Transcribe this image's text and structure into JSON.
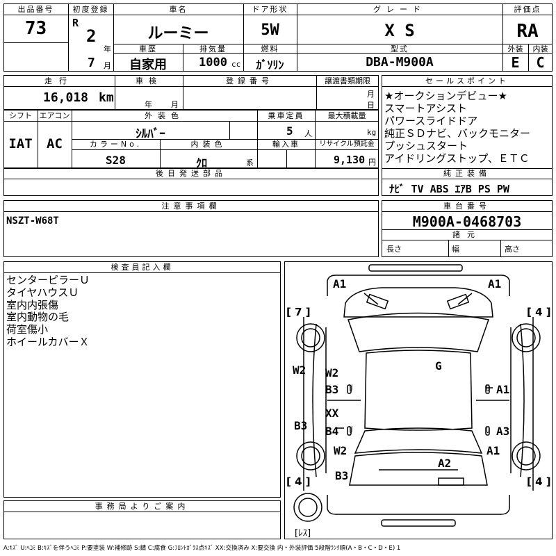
{
  "header": {
    "lot_label": "出品番号",
    "lot_number": "73",
    "first_reg_label": "初度登録",
    "era": "R",
    "reg_year": "2",
    "year_unit": "年",
    "reg_month": "7",
    "month_unit": "月",
    "car_name_label": "車名",
    "car_name": "ルーミー",
    "door_label": "ドア形状",
    "door_type": "5W",
    "grade_label": "グレード",
    "grade": "X S",
    "score_label": "評価点",
    "score": "RA",
    "history_label": "車歴",
    "history": "自家用",
    "displacement_label": "排気量",
    "displacement": "1000",
    "displacement_unit": "cc",
    "fuel_label": "燃料",
    "fuel": "ｶﾞｿﾘﾝ",
    "model_label": "型式",
    "model_code": "DBA-M900A",
    "exterior_label": "外装",
    "exterior_grade": "E",
    "interior_label": "内装",
    "interior_grade": "C"
  },
  "row2": {
    "mileage_label": "走行",
    "mileage": "16,018",
    "mileage_unit": "km",
    "inspection_label": "車検",
    "insp_year_unit": "年",
    "insp_month_unit": "月",
    "regno_label": "登録番号",
    "transfer_label": "譲渡書類期限",
    "transfer_month_unit": "月",
    "transfer_day_unit": "日"
  },
  "row3": {
    "shift_label": "シフト",
    "shift": "IAT",
    "aircon_label": "エアコン",
    "aircon": "AC",
    "color_label": "外装色",
    "color": "ｼﾙﾊﾞｰ",
    "capacity_label": "乗車定員",
    "capacity": "5",
    "capacity_unit": "人",
    "load_label": "最大積載量",
    "load_unit": "kg",
    "color_no_label": "カラーNo.",
    "color_no": "S28",
    "int_color_label": "内装色",
    "int_color": "ｸﾛ",
    "int_color_unit": "系",
    "import_label": "輸入車",
    "recycle_label": "リサイクル預託金",
    "recycle_fee": "9,130",
    "recycle_unit": "円"
  },
  "later_parts_label": "後日発送部品",
  "sales_points": {
    "label": "セールスポイント",
    "items": [
      "★オークションデビュー★",
      "スマートアシスト",
      "パワースライドドア",
      "純正ＳＤナビ、バックモニター",
      "プッシュスタート",
      "アイドリングストップ、ＥＴＣ"
    ]
  },
  "equipment": {
    "label": "純正装備",
    "items": "ﾅﾋﾞ TV ABS ｴｱB PS PW"
  },
  "notes": {
    "label": "注意事項欄",
    "text": "NSZT-W68T"
  },
  "chassis": {
    "label": "車台番号",
    "number": "M900A-0468703",
    "spec_label": "諸元",
    "length_label": "長さ",
    "width_label": "幅",
    "height_label": "高さ"
  },
  "inspector": {
    "label": "検査員記入欄",
    "items": [
      "センターピラーＵ",
      "タイヤハウスＵ",
      "室内内張傷",
      "室内動物の毛",
      "荷室傷小",
      "ホイールカバーＸ"
    ]
  },
  "office": {
    "label": "事務局よりご案内"
  },
  "diagram": {
    "marks": {
      "a1_front_left": "A1",
      "a1_front_right": "A1",
      "g_roof": "G",
      "w2_left_edge": "W2",
      "w2_left_front": "W2",
      "b3_left_front": "B3",
      "xx_left": "XX",
      "b4_left": "B4",
      "w2_left_rear": "W2",
      "b3_left_rear": "B3",
      "b3_left_edge": "B3",
      "a1_right_front": "A1",
      "a3_right": "A3",
      "a1_right_rear": "A1",
      "a2_rear": "A2"
    },
    "tires": {
      "front_left": "[ 7 ]",
      "front_right": "[ 4 ]",
      "rear_left": "[ 4 ]",
      "rear_right": "[ 4 ]",
      "spare": "[ﾚｽ]"
    },
    "pillar_marks": {
      "lf": "U",
      "lr": "U",
      "rf": "U",
      "rr": "U"
    }
  },
  "legend": "A:ｷｽﾞ U:ﾍｺﾐ B:ｷｽﾞを伴うﾍｺﾐ P:要塗装 W:補修跡 S:錆 C:腐食 G:ﾌﾛﾝﾄｶﾞﾗｽ点ｷｽﾞ XX:交換済み X:要交換 内・外装評価 5段階ﾗﾝｸ順(A・B・C・D・E) 1"
}
